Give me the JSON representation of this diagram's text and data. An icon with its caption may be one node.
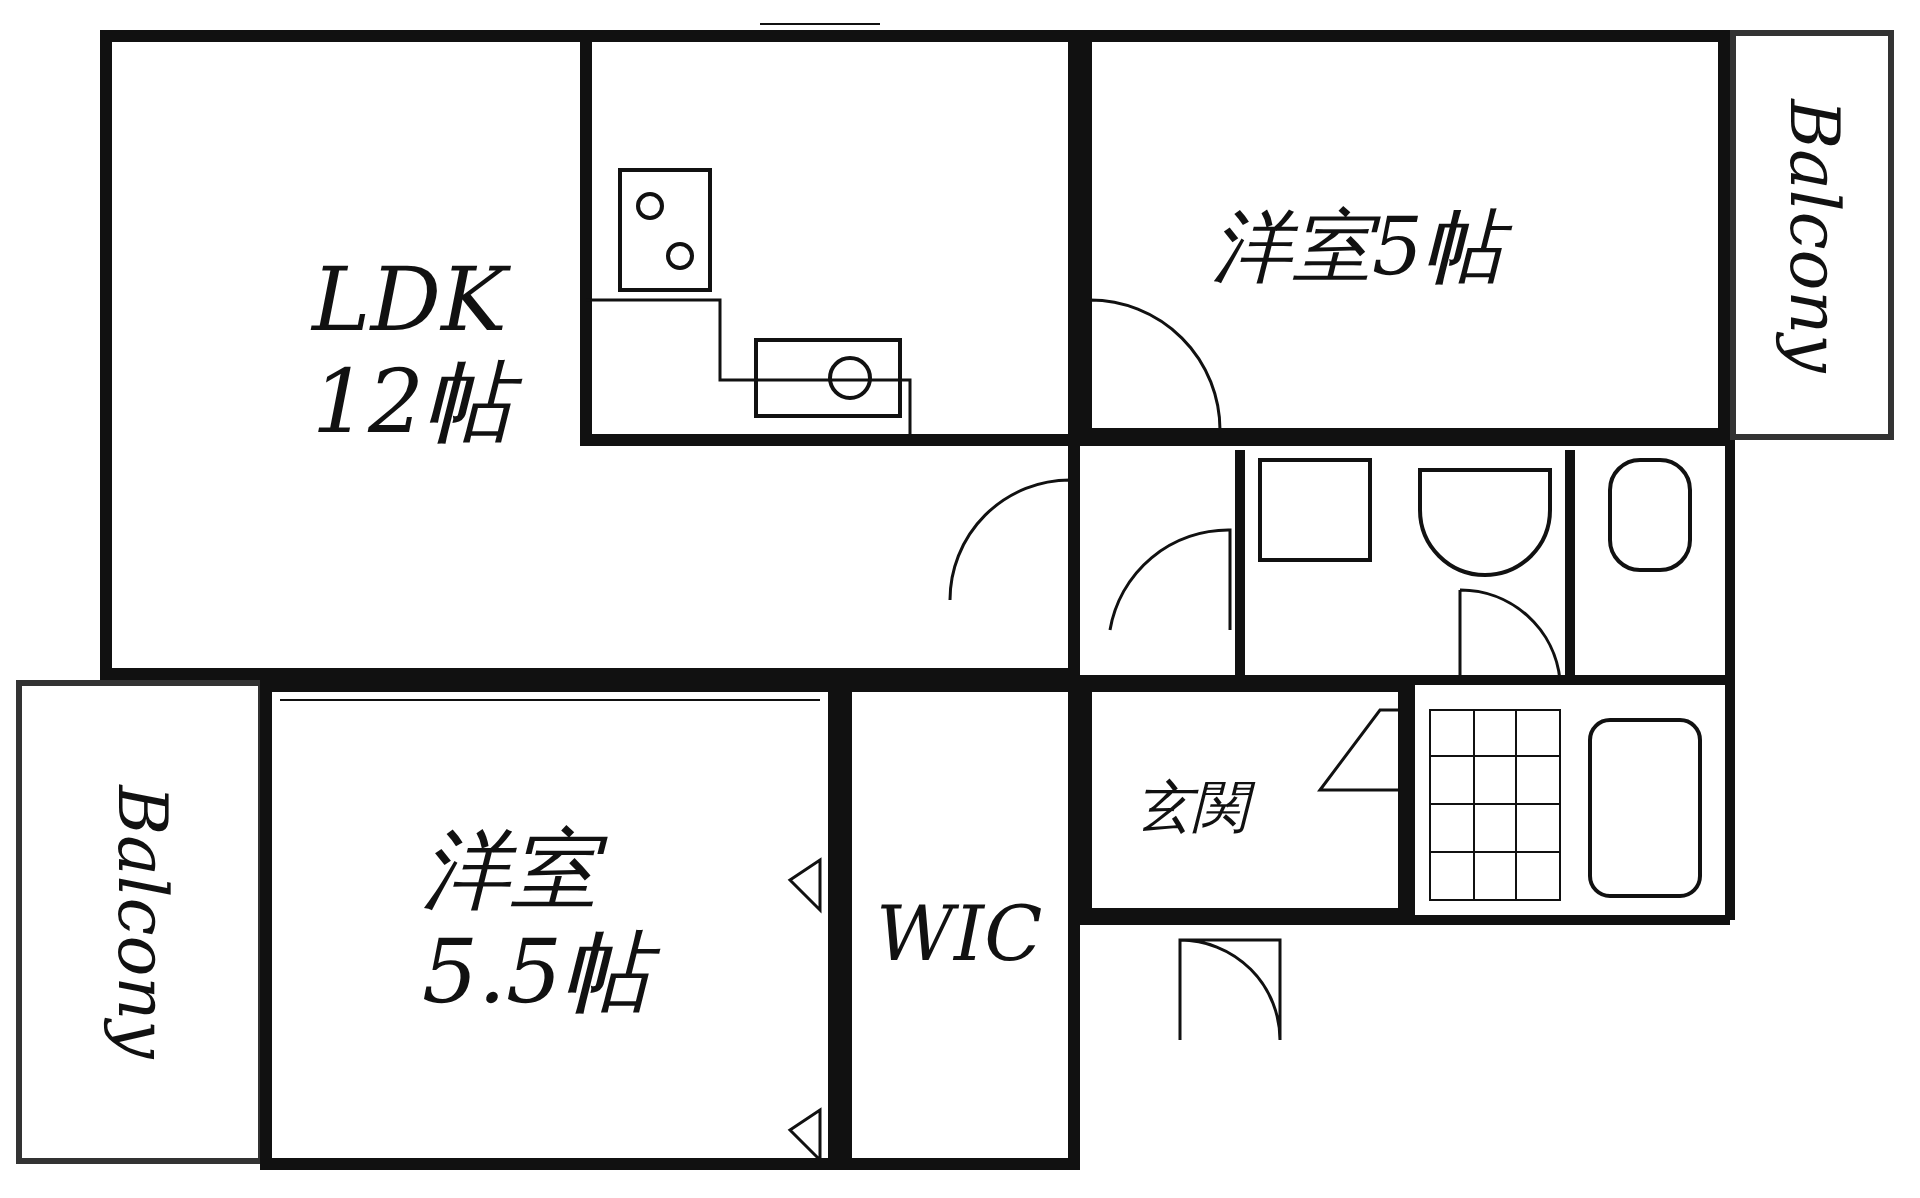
{
  "diagram": {
    "nodes": [
      {
        "text": [
          "LDK 12帖"
        ]
      },
      {
        "text": [
          "洋室5帖"
        ]
      },
      {
        "text": [
          "Balcony"
        ]
      },
      {
        "text": [
          "Balcony"
        ]
      },
      {
        "text": [
          "洋室 5.5帖"
        ]
      },
      {
        "text": [
          "WIC"
        ]
      },
      {
        "text": [
          "玄関"
        ]
      }
    ]
  }
}
